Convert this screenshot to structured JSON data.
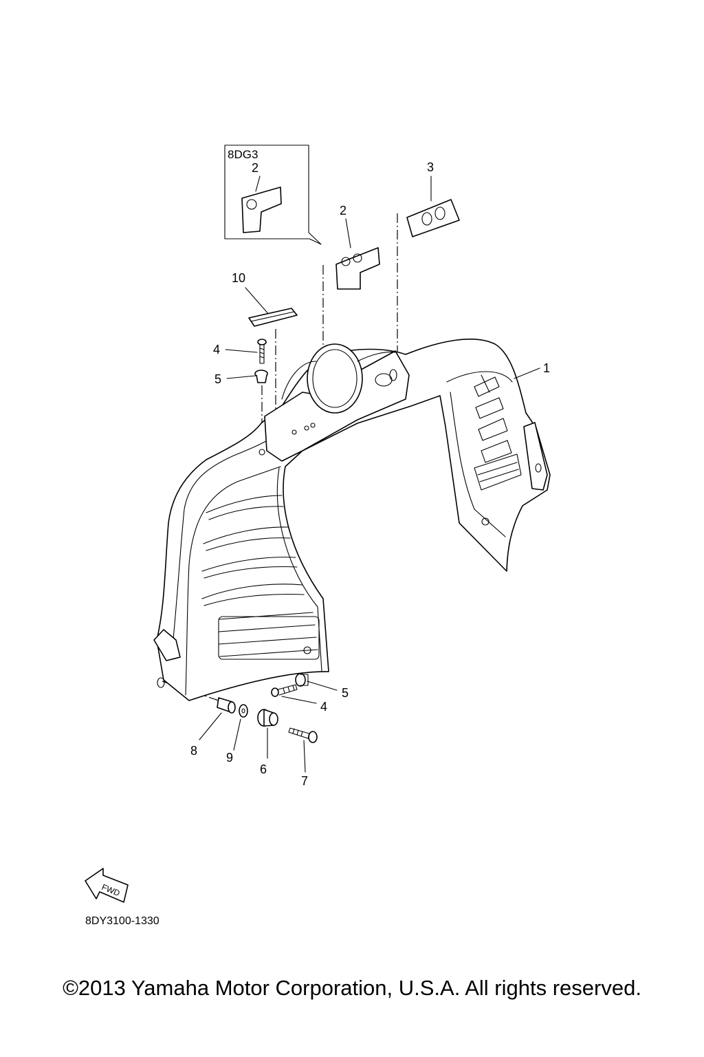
{
  "callouts": {
    "p1": "1",
    "p2_inset": "2",
    "p2": "2",
    "p3": "3",
    "p4_top": "4",
    "p4_bottom": "4",
    "p5_top": "5",
    "p5_bottom": "5",
    "p6": "6",
    "p7": "7",
    "p8": "8",
    "p9": "9",
    "p10": "10"
  },
  "inset": {
    "label": "8DG3"
  },
  "fwd_label": "FWD",
  "diagram_code": "8DY3100-1330",
  "copyright": "©2013 Yamaha Motor Corporation, U.S.A. All rights reserved."
}
